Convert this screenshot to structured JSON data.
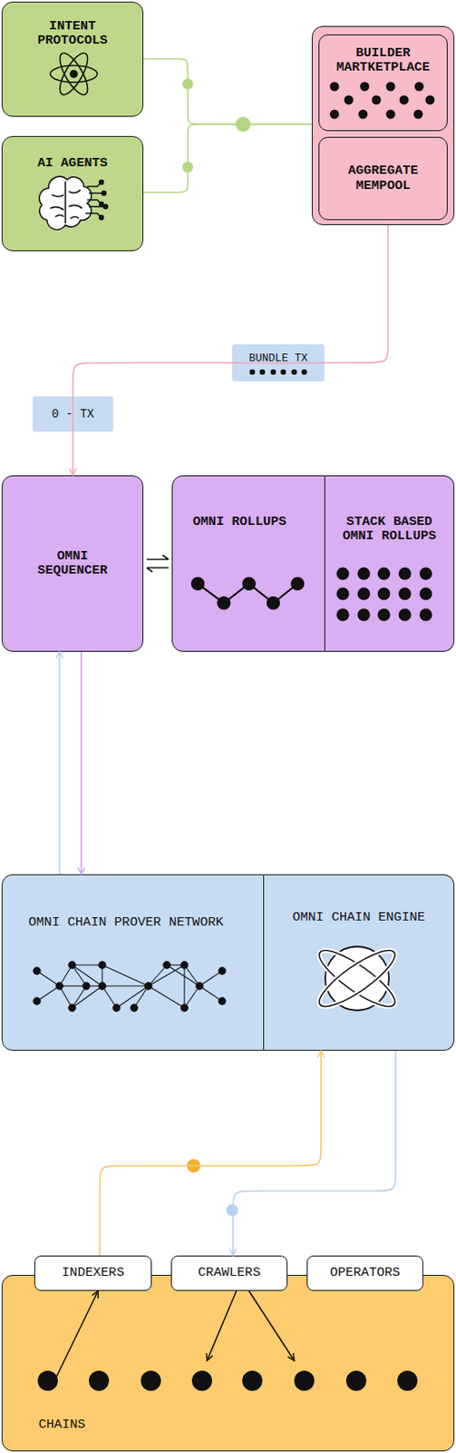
{
  "diagram": {
    "nodes": [
      {
        "text": [
          "INTENT PROTOCOLS"
        ]
      },
      {
        "text": [
          "AI AGENTS"
        ]
      },
      {
        "text": []
      },
      {
        "text": [
          "BUILDER MARTKETPLACE"
        ],
        "in": 2
      },
      {
        "text": [
          "AGGREGATE MEMPOOL"
        ],
        "in": 2
      },
      {
        "text": [
          "OMNI SEQUENCER"
        ]
      },
      {
        "text": [
          "OMNI ROLLUPS"
        ]
      },
      {
        "text": [
          "STACK BASED OMNI ROLLUPS"
        ]
      },
      {
        "text": [
          "OMNI CHAIN PROVER NETWORK"
        ]
      },
      {
        "text": [
          "OMNI CHAIN ENGINE"
        ]
      },
      {
        "text": [
          "CHAINS"
        ]
      },
      {
        "text": [
          "INDEXERS"
        ],
        "in": 10
      },
      {
        "text": [
          "CRAWLERS"
        ],
        "in": 10
      },
      {
        "text": [
          "OPERATORS"
        ],
        "in": 10
      }
    ],
    "edges": [
      {
        "from": 0,
        "to": 2,
        "arrow": "none"
      },
      {
        "from": 1,
        "to": 2,
        "arrow": "none"
      },
      {
        "from": 2,
        "to": 5,
        "label": "BUNDLE TX",
        "arrow": "to"
      },
      {
        "from": 5,
        "to": 6,
        "arrow": "both"
      },
      {
        "from": 8,
        "to": 5,
        "arrow": "to"
      },
      {
        "from": 5,
        "to": 8,
        "arrow": "to"
      },
      {
        "from": 11,
        "to": 9,
        "arrow": "to"
      },
      {
        "from": 9,
        "to": 12,
        "arrow": "to"
      },
      {
        "from": 10,
        "to": 11,
        "arrow": "to"
      },
      {
        "from": 12,
        "to": 10,
        "arrow": "to"
      },
      {
        "from": 12,
        "to": 10,
        "arrow": "to"
      }
    ],
    "labels": [
      "0 - TX"
    ]
  }
}
